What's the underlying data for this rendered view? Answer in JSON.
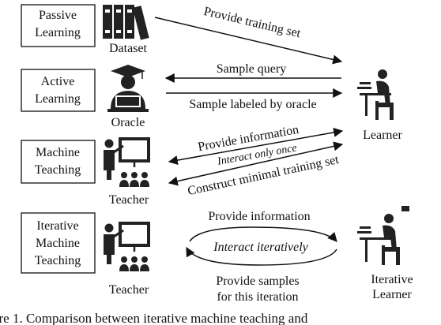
{
  "rows": [
    {
      "label_lines": [
        "Passive",
        "Learning"
      ],
      "actor": "Dataset",
      "icon": "books-icon"
    },
    {
      "label_lines": [
        "Active",
        "Learning"
      ],
      "actor": "Oracle",
      "icon": "graduate-at-laptop-icon"
    },
    {
      "label_lines": [
        "Machine",
        "Teaching"
      ],
      "actor": "Teacher",
      "icon": "teacher-at-board-icon"
    },
    {
      "label_lines": [
        "Iterative",
        "Machine",
        "Teaching"
      ],
      "actor": "Teacher",
      "icon": "teacher-at-board-icon"
    }
  ],
  "learners": [
    {
      "label_lines": [
        "Learner"
      ],
      "icon": "person-at-desk-icon"
    },
    {
      "label_lines": [
        "Iterative",
        "Learner"
      ],
      "icon": "person-at-desk-icon"
    }
  ],
  "arrows": {
    "provide_training_set": "Provide training set",
    "sample_query": "Sample query",
    "sample_labeled": "Sample labeled by oracle",
    "provide_information": "Provide information",
    "interact_once": "Interact only once",
    "construct_minimal": "Construct minimal training set",
    "iter_provide_information": "Provide information",
    "interact_iteratively": "Interact iteratively",
    "provide_samples": [
      "Provide samples",
      "for this iteration"
    ]
  },
  "caption": "ure 1. Comparison between iterative machine teaching and",
  "colors": {
    "ink": "#111111",
    "background": "#ffffff"
  }
}
